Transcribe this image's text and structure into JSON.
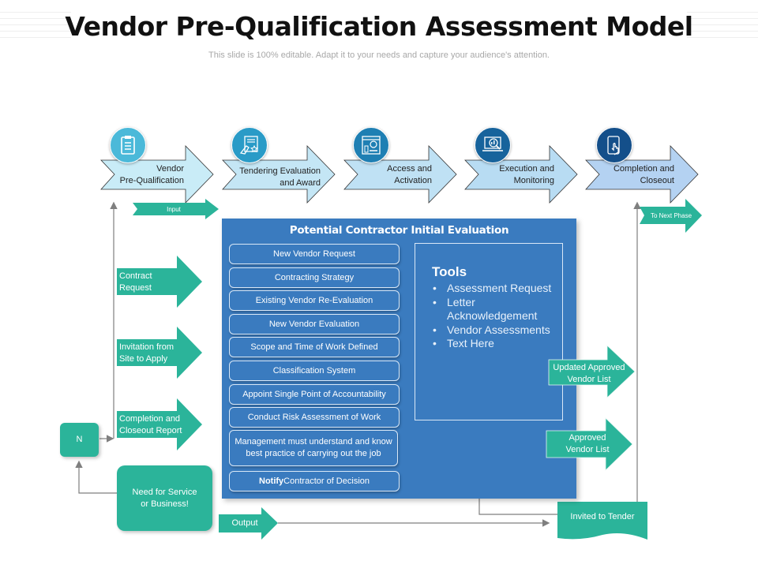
{
  "header": {
    "title": "Vendor Pre-Qualification Assessment Model",
    "subtitle": "This slide is 100% editable. Adapt it to your needs and capture your audience's attention."
  },
  "stages": [
    {
      "label_line1": "Vendor",
      "label_line2": "Pre-Qualification",
      "icon": "clipboard-icon",
      "circle_color": "#4bb9d9",
      "arrow_color": "#c9ecf7"
    },
    {
      "label_line1": "Tendering Evaluation",
      "label_line2": "and Award",
      "icon": "hand-document-star-icon",
      "circle_color": "#2a9bc7",
      "arrow_color": "#c4e6f5"
    },
    {
      "label_line1": "Access and",
      "label_line2": "Activation",
      "icon": "web-window-icon",
      "circle_color": "#1f7fb3",
      "arrow_color": "#bfe1f4"
    },
    {
      "label_line1": "Execution and",
      "label_line2": "Monitoring",
      "icon": "laptop-magnifier-icon",
      "circle_color": "#17639c",
      "arrow_color": "#b8dcf3"
    },
    {
      "label_line1": "Completion and",
      "label_line2": "Closeout",
      "icon": "tablet-touch-icon",
      "circle_color": "#144f8a",
      "arrow_color": "#b4d2f2"
    }
  ],
  "connectors": {
    "input_label": "Input",
    "next_phase_label": "To Next Phase",
    "output_label": "Output"
  },
  "left_inputs": [
    {
      "line1": "Contract",
      "line2": "Request"
    },
    {
      "line1": "Invitation from",
      "line2": "Site to Apply"
    },
    {
      "line1": "Completion and",
      "line2": "Closeout Report"
    }
  ],
  "main": {
    "title": "Potential Contractor Initial Evaluation",
    "steps": [
      {
        "text": "New Vendor Request"
      },
      {
        "text": "Contracting Strategy"
      },
      {
        "text": "Existing Vendor Re-Evaluation"
      },
      {
        "text": "New Vendor Evaluation"
      },
      {
        "text": "Scope and Time of Work Defined"
      },
      {
        "text": "Classification System"
      },
      {
        "text": "Appoint Single Point of Accountability"
      },
      {
        "text": "Conduct Risk Assessment of Work"
      },
      {
        "text": "Management must understand and know best practice of carrying out the job"
      },
      {
        "bold": "Notify",
        "text": "Contractor of Decision"
      }
    ],
    "tools": {
      "heading": "Tools",
      "items": [
        "Assessment Request",
        "Letter Acknowledgement",
        "Vendor Assessments",
        "Text Here"
      ]
    }
  },
  "right_outputs": [
    {
      "line1": "Updated Approved",
      "line2": "Vendor List"
    },
    {
      "line1": "Approved",
      "line2": "Vendor List"
    }
  ],
  "bottom": {
    "n_box": "N",
    "need_box_line1": "Need for Service",
    "need_box_line2": "or Business!",
    "invited_label": "Invited to Tender"
  },
  "colors": {
    "teal": "#2bb49a",
    "main_blue": "#3a7bbf",
    "line_gray": "#7f7f7f"
  }
}
